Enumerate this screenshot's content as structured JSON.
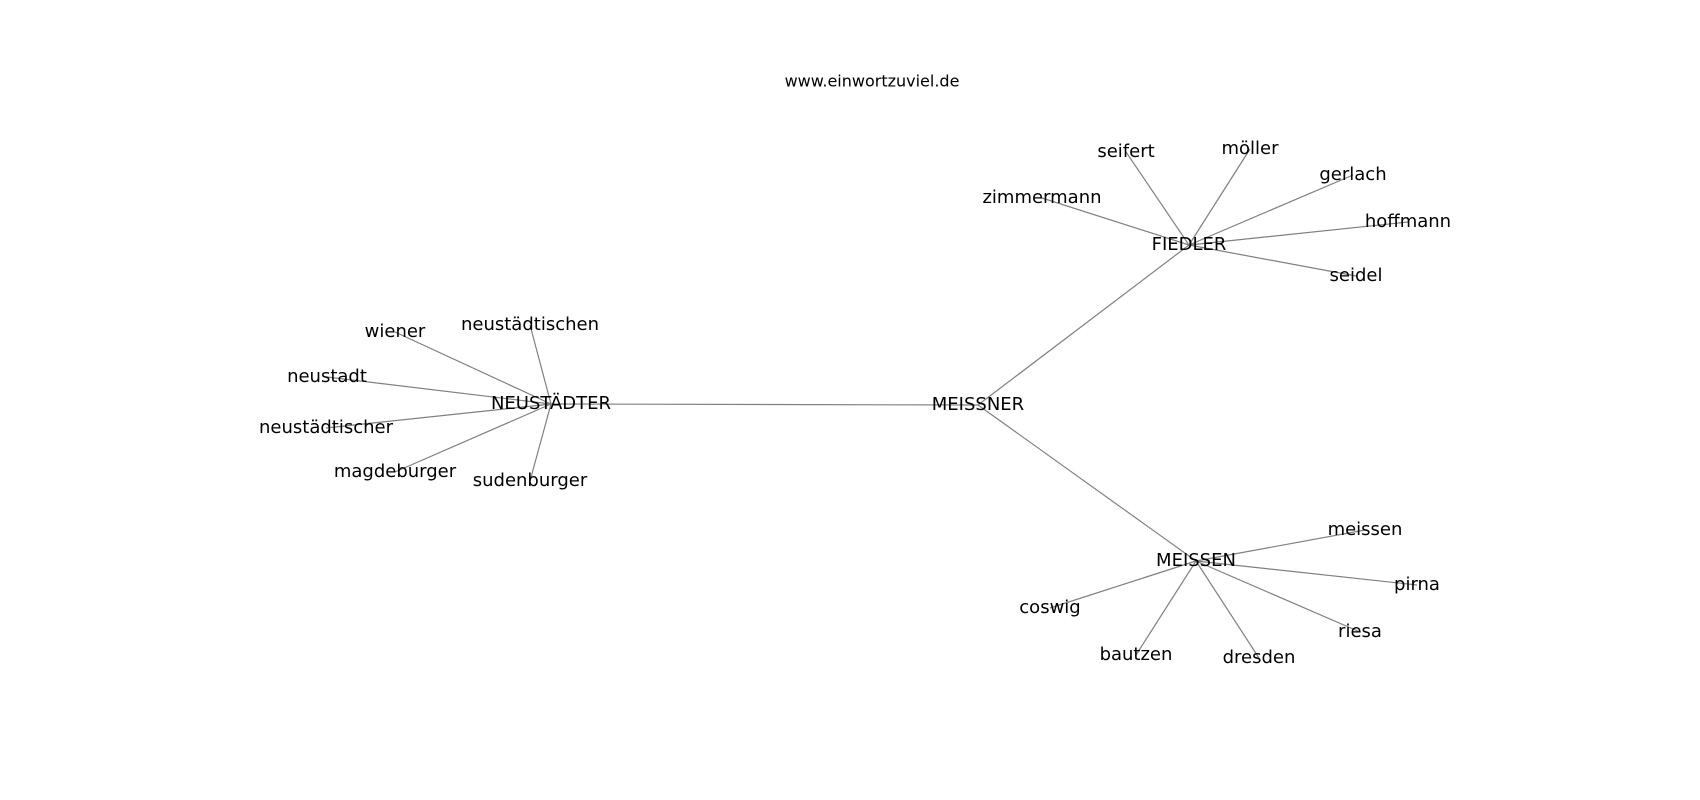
{
  "credit": "www.einwortzuviel.de",
  "nodes": [
    {
      "id": "meissner",
      "label": "MEISSNER"
    },
    {
      "id": "neustaedter",
      "label": "NEUSTÄDTER"
    },
    {
      "id": "fiedler",
      "label": "FIEDLER"
    },
    {
      "id": "meissen_hub",
      "label": "MEISSEN"
    },
    {
      "id": "wiener",
      "label": "wiener"
    },
    {
      "id": "neustaedtischen",
      "label": "neustädtischen"
    },
    {
      "id": "neustadt",
      "label": "neustadt"
    },
    {
      "id": "neustaedtischer",
      "label": "neustädtischer"
    },
    {
      "id": "magdeburger",
      "label": "magdeburger"
    },
    {
      "id": "sudenburger",
      "label": "sudenburger"
    },
    {
      "id": "zimmermann",
      "label": "zimmermann"
    },
    {
      "id": "seifert",
      "label": "seifert"
    },
    {
      "id": "moeller",
      "label": "möller"
    },
    {
      "id": "gerlach",
      "label": "gerlach"
    },
    {
      "id": "hoffmann",
      "label": "hoffmann"
    },
    {
      "id": "seidel",
      "label": "seidel"
    },
    {
      "id": "meissen",
      "label": "meissen"
    },
    {
      "id": "pirna",
      "label": "pirna"
    },
    {
      "id": "riesa",
      "label": "riesa"
    },
    {
      "id": "dresden",
      "label": "dresden"
    },
    {
      "id": "bautzen",
      "label": "bautzen"
    },
    {
      "id": "coswig",
      "label": "coswig"
    }
  ],
  "edges": [
    [
      "meissner",
      "neustaedter"
    ],
    [
      "meissner",
      "fiedler"
    ],
    [
      "meissner",
      "meissen_hub"
    ],
    [
      "neustaedter",
      "wiener"
    ],
    [
      "neustaedter",
      "neustaedtischen"
    ],
    [
      "neustaedter",
      "neustadt"
    ],
    [
      "neustaedter",
      "neustaedtischer"
    ],
    [
      "neustaedter",
      "magdeburger"
    ],
    [
      "neustaedter",
      "sudenburger"
    ],
    [
      "fiedler",
      "zimmermann"
    ],
    [
      "fiedler",
      "seifert"
    ],
    [
      "fiedler",
      "moeller"
    ],
    [
      "fiedler",
      "gerlach"
    ],
    [
      "fiedler",
      "hoffmann"
    ],
    [
      "fiedler",
      "seidel"
    ],
    [
      "meissen_hub",
      "meissen"
    ],
    [
      "meissen_hub",
      "pirna"
    ],
    [
      "meissen_hub",
      "riesa"
    ],
    [
      "meissen_hub",
      "dresden"
    ],
    [
      "meissen_hub",
      "bautzen"
    ],
    [
      "meissen_hub",
      "coswig"
    ]
  ]
}
